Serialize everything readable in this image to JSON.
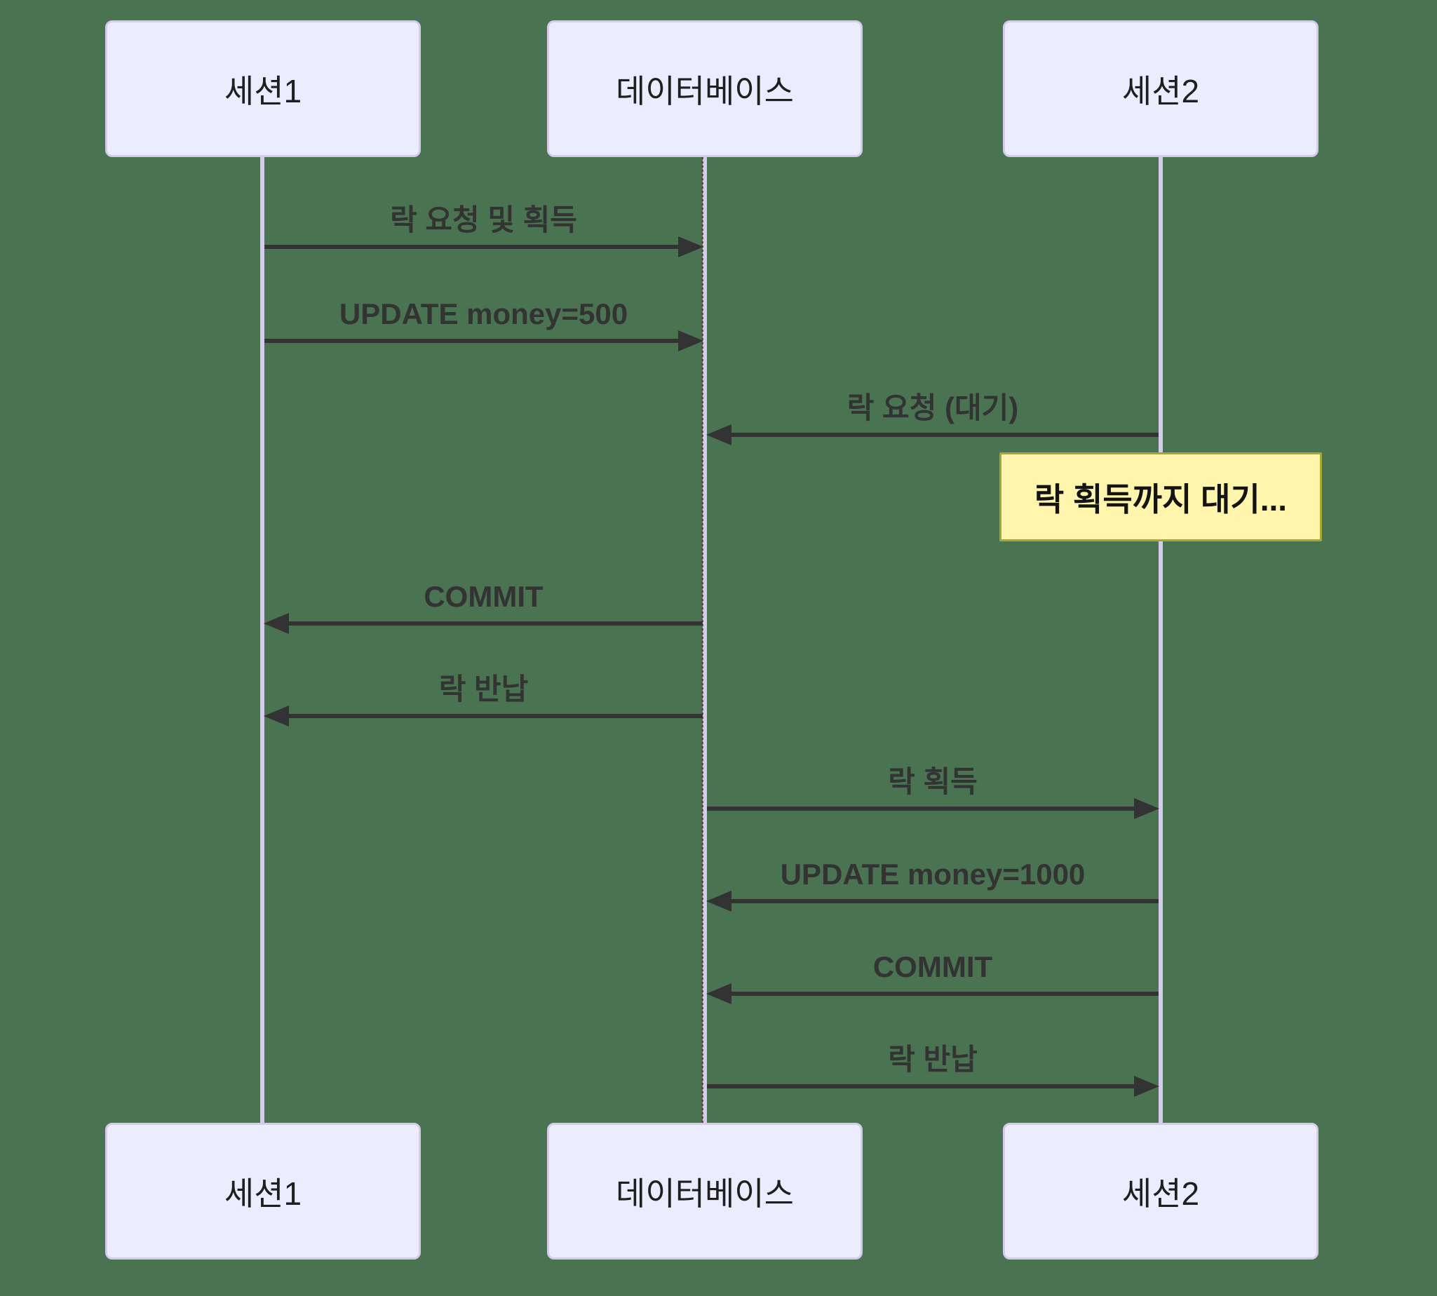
{
  "diagram": {
    "type": "sequence",
    "participants": [
      {
        "id": "session1",
        "label": "세션1"
      },
      {
        "id": "database",
        "label": "데이터베이스"
      },
      {
        "id": "session2",
        "label": "세션2"
      }
    ],
    "messages": [
      {
        "from": "session1",
        "to": "database",
        "label": "락 요청 및 획득"
      },
      {
        "from": "session1",
        "to": "database",
        "label": "UPDATE money=500"
      },
      {
        "from": "session2",
        "to": "database",
        "label": "락 요청 (대기)"
      },
      {
        "from": "database",
        "to": "session1",
        "label": "COMMIT",
        "direction_note": "session1 to database"
      },
      {
        "from": "database",
        "to": "session1",
        "label": "락 반납"
      },
      {
        "from": "database",
        "to": "session2",
        "label": "락 획득"
      },
      {
        "from": "session2",
        "to": "database",
        "label": "UPDATE money=1000"
      },
      {
        "from": "session2",
        "to": "database",
        "label": "COMMIT"
      },
      {
        "from": "database",
        "to": "session2",
        "label": "락 반납"
      }
    ],
    "note": {
      "over": "session2",
      "label": "락 획득까지 대기..."
    }
  },
  "colors": {
    "bg": "#497351",
    "actor_fill": "#ececff",
    "actor_border": "#d6caef",
    "actor_text": "#1f1f1f",
    "lifeline": "#d4cceb",
    "line": "#333333",
    "msg_text": "#333333",
    "note_fill": "#fff5ad",
    "note_border": "#a6a733",
    "note_text": "#141414"
  }
}
